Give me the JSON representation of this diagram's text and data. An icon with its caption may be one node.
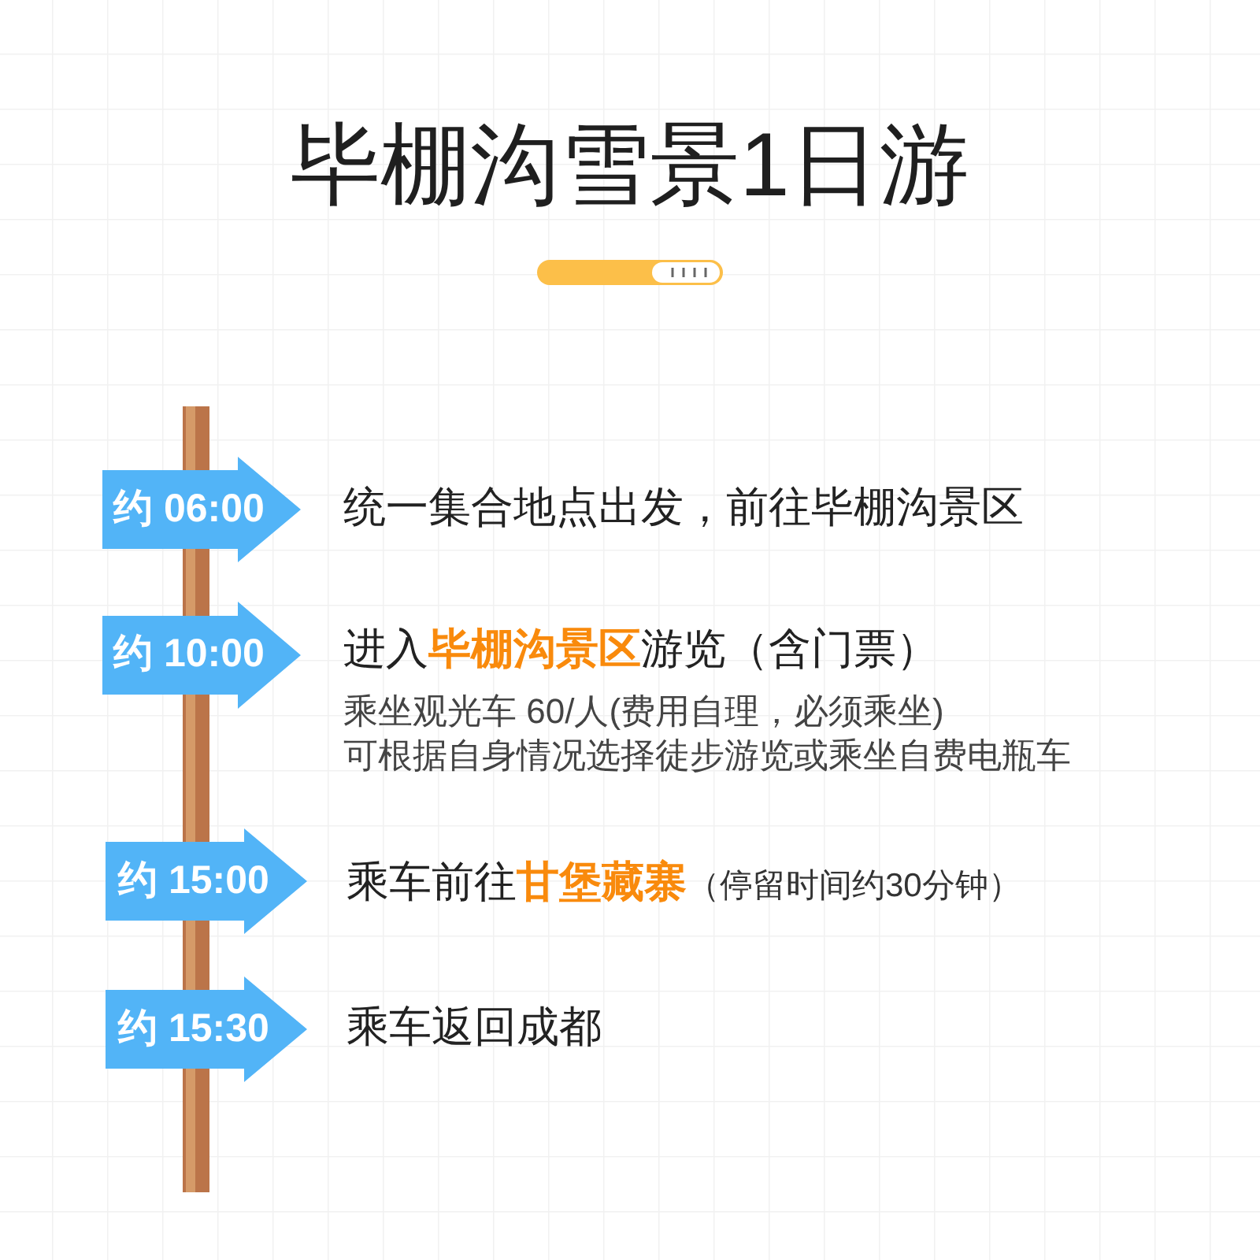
{
  "diagram": {
    "title": "毕棚沟雪景1日游",
    "nodes": [
      {
        "text": [
          "约 06:00"
        ],
        "beside": [
          "统一集合地点出发，前往毕棚沟景区"
        ]
      },
      {
        "text": [
          "约 10:00"
        ],
        "beside": [
          "进入**毕棚沟景区**游览（含门票）",
          "乘坐观光车 60/人(费用自理，必须乘坐)",
          "可根据自身情况选择徒步游览或乘坐自费电瓶车"
        ]
      },
      {
        "text": [
          "约 15:00"
        ],
        "beside": [
          "乘车前往**甘堡藏寨**",
          "（停留时间约30分钟）"
        ]
      },
      {
        "text": [
          "约 15:30"
        ],
        "beside": [
          "乘车返回成都"
        ]
      }
    ],
    "edges": []
  }
}
